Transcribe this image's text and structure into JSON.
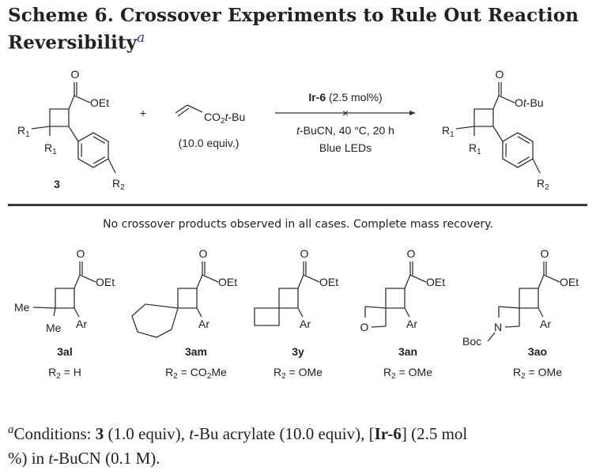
{
  "title": {
    "line1": "Scheme 6. Crossover Experiments to Rule Out Reaction",
    "line2": "Reversibility",
    "footnote_mark": "a"
  },
  "scheme": {
    "reactant": {
      "ester": "OEt",
      "oxygen": "O",
      "r1": {
        "text": "R",
        "sub": "1"
      },
      "r2": {
        "text": "R",
        "sub": "2"
      },
      "label": "3"
    },
    "plus": "+",
    "acrylate": {
      "formula_a": "CO",
      "formula_sub": "2",
      "formula_b": "t",
      "formula_c": "-Bu",
      "equiv": "(10.0 equiv.)"
    },
    "conditions": {
      "catalyst": "Ir-6",
      "catalyst_loading": " (2.5 mol%)",
      "solvent_t": "t",
      "solvent_rest": "-BuCN, 40 °C, 20 h",
      "light": "Blue LEDs",
      "blocked_mark": "×"
    },
    "product": {
      "ester_o": "O",
      "ester_t": "t",
      "ester_rest": "-Bu",
      "oxygen": "O",
      "r1": {
        "text": "R",
        "sub": "1"
      },
      "r2": {
        "text": "R",
        "sub": "2"
      }
    }
  },
  "caption": "No crossover products observed in all cases. Complete mass recovery.",
  "compounds": [
    {
      "id": "3al",
      "r2_label": "R",
      "r2_sub": "2",
      "r2_value": " = H",
      "ester": "OEt",
      "oxygen": "O",
      "aryl": "Ar",
      "substituent_a": "Me",
      "substituent_b": "Me"
    },
    {
      "id": "3am",
      "r2_label": "R",
      "r2_sub": "2",
      "r2_value": " = CO",
      "r2_value_sub": "2",
      "r2_value_tail": "Me",
      "ester": "OEt",
      "oxygen": "O",
      "aryl": "Ar"
    },
    {
      "id": "3y",
      "r2_label": "R",
      "r2_sub": "2",
      "r2_value": " = OMe",
      "ester": "OEt",
      "oxygen": "O",
      "aryl": "Ar"
    },
    {
      "id": "3an",
      "r2_label": "R",
      "r2_sub": "2",
      "r2_value": " = OMe",
      "ester": "OEt",
      "oxygen": "O",
      "aryl": "Ar",
      "heteroatom": "O"
    },
    {
      "id": "3ao",
      "r2_label": "R",
      "r2_sub": "2",
      "r2_value": " = OMe",
      "ester": "OEt",
      "oxygen": "O",
      "aryl": "Ar",
      "heteroatom": "N",
      "protecting_group": "Boc"
    }
  ],
  "footnote": {
    "mark": "a",
    "p1": "Conditions: ",
    "p2": "3",
    "p3": " (1.0 equiv), ",
    "p4": "t",
    "p5": "-Bu acrylate (10.0 equiv), [",
    "p6": "Ir-6",
    "p7": "] (2.5 mol",
    "p8": "%) in ",
    "p9": "t",
    "p10": "-BuCN (0.1 M)."
  }
}
